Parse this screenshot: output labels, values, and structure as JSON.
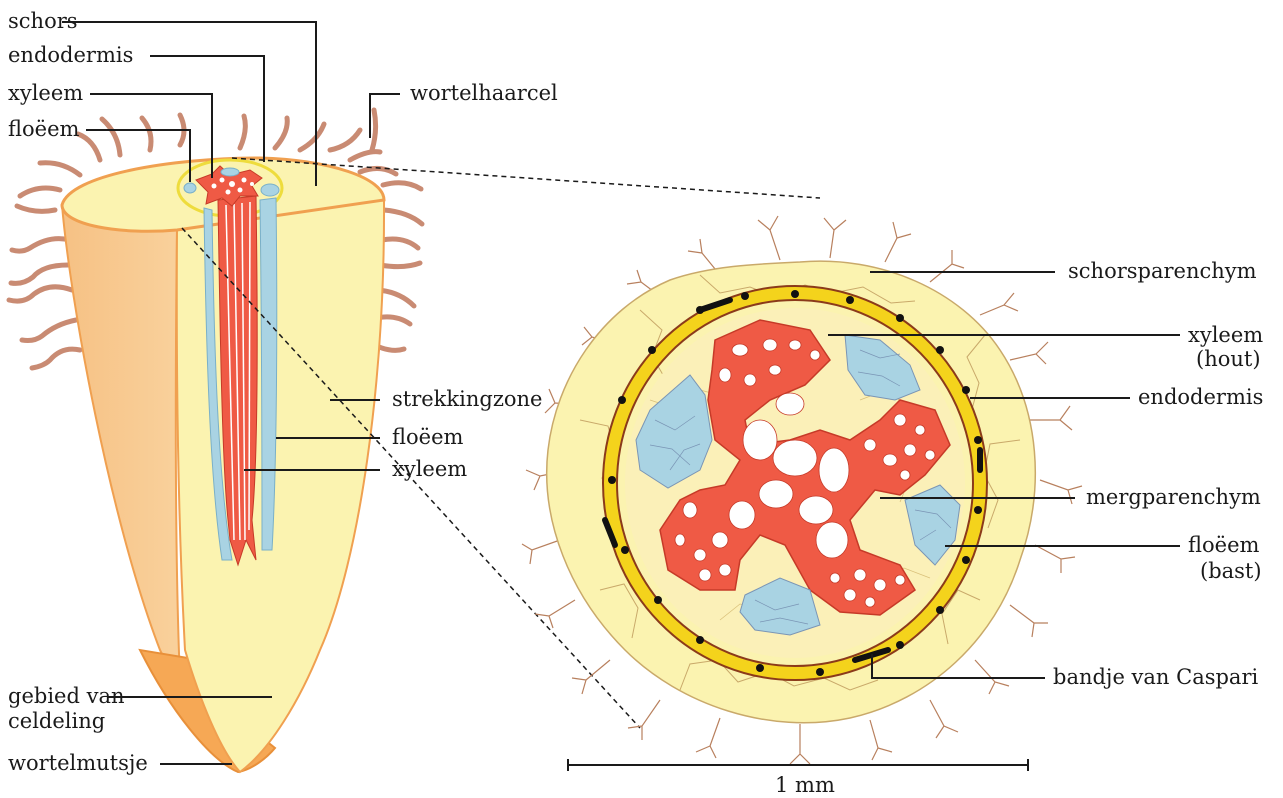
{
  "left_labels": {
    "schors": "schors",
    "endodermis": "endodermis",
    "xyleem": "xyleem",
    "floeem": "floëem",
    "wortelhaarcel": "wortelhaarcel",
    "strekkingzone": "strekkingzone",
    "floeem2": "floëem",
    "xyleem2": "xyleem",
    "celdeling_1": "gebied van",
    "celdeling_2": "celdeling",
    "wortelmutsje": "wortelmutsje"
  },
  "right_labels": {
    "schorsparenchym": "schorsparenchym",
    "xyleem": "xyleem",
    "xyleem_sub": "(hout)",
    "endodermis": "endodermis",
    "mergparenchym": "mergparenchym",
    "floeem": "floëem",
    "floeem_sub": "(bast)",
    "caspari": "bandje van Caspari"
  },
  "scale_bar": {
    "label": "1 mm"
  },
  "colors": {
    "cortex": "#fbf3b0",
    "cortex_dark": "#f7e88a",
    "outer_skin": "#f5c78e",
    "orange_edge": "#f0a050",
    "hair": "#c98b73",
    "xylem": "#ef5a45",
    "phloem": "#a9d3e3",
    "endodermis_yellow": "#f4d31c",
    "outline": "#8b3a1a"
  }
}
